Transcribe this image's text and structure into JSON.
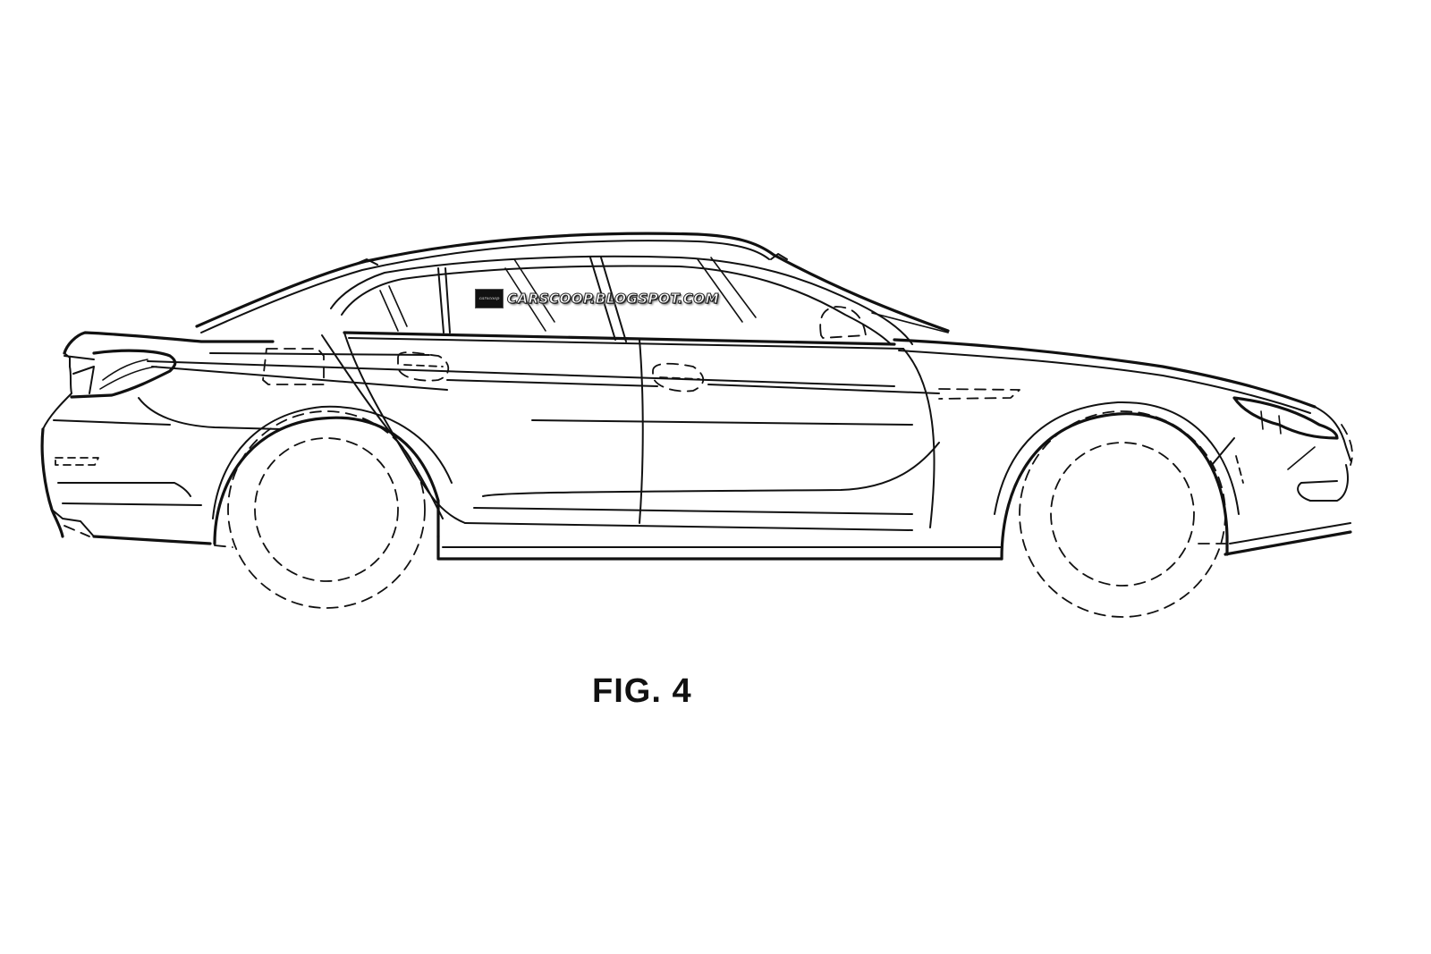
{
  "figure": {
    "caption": "FIG. 4",
    "subject": "car-side-view-patent-drawing"
  },
  "watermark": {
    "logo_text": "carscoop",
    "text": "CARSCOOP.BLOGSPOT.COM"
  },
  "colors": {
    "background": "#ffffff",
    "line": "#111111"
  }
}
